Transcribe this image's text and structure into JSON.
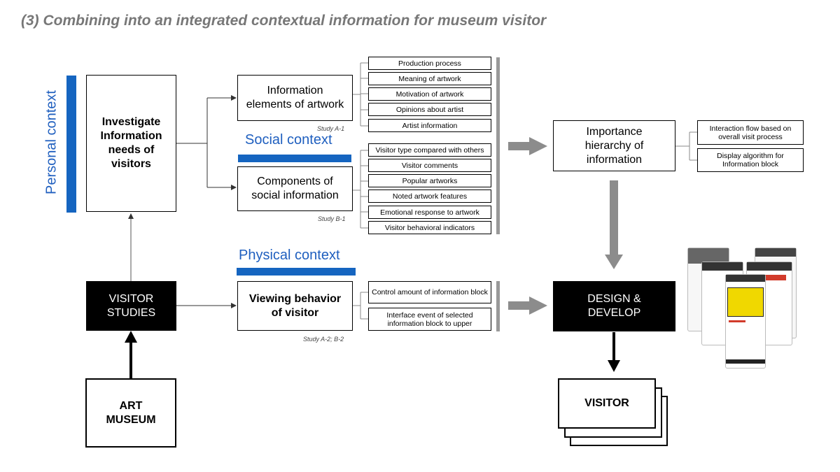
{
  "title": "(3) Combining into an integrated contextual information for museum visitor",
  "contexts": {
    "personal": "Personal context",
    "social": "Social context",
    "physical": "Physical context"
  },
  "boxes": {
    "investigate": "Investigate Information needs of visitors",
    "visitor_studies": "VISITOR STUDIES",
    "art_museum": "ART MUSEUM",
    "info_elements": "Information elements of artwork",
    "components_social": "Components of social information",
    "viewing_behavior": "Viewing behavior of visitor",
    "importance": "Importance hierarchy of information",
    "design_develop": "DESIGN & DEVELOP",
    "visitor": "VISITOR"
  },
  "studies": {
    "a1": "Study A-1",
    "b1": "Study B-1",
    "a2b2": "Study A-2; B-2"
  },
  "info_elements_items": [
    "Production process",
    "Meaning of artwork",
    "Motivation of artwork",
    "Opinions about artist",
    "Artist information"
  ],
  "social_items": [
    "Visitor type compared with others",
    "Visitor comments",
    "Popular artworks",
    "Noted artwork features",
    "Emotional response to artwork",
    "Visitor behavioral indicators"
  ],
  "physical_items": [
    "Control amount of information block",
    "Interface event of selected information block to upper"
  ],
  "importance_items": [
    "Interaction flow based on overall visit process",
    "Display algorithm for Information block"
  ],
  "colors": {
    "blue": "#1565c0",
    "gray": "#999999",
    "title": "#777777"
  }
}
